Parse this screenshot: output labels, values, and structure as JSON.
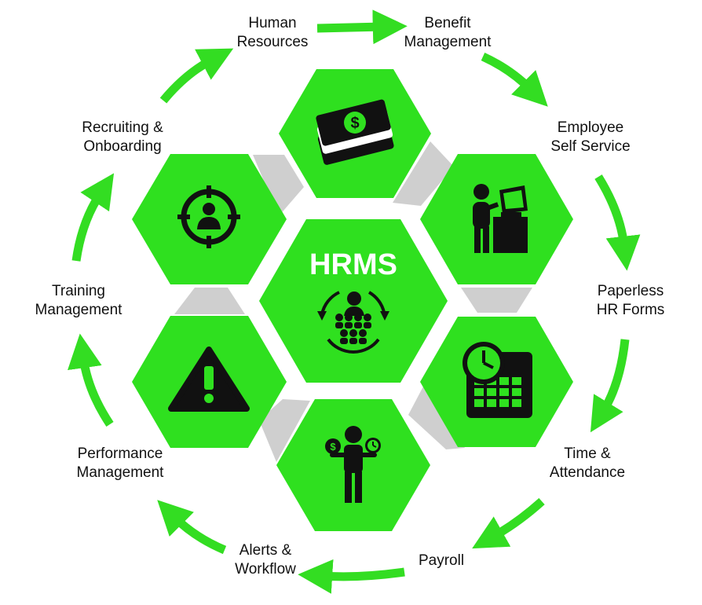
{
  "colors": {
    "green": "#2fe01f",
    "arrow_green": "#33dd22",
    "connector_gray": "#cfcfcf",
    "icon_black": "#111111",
    "white": "#ffffff"
  },
  "center": {
    "title": "HRMS",
    "icon": "team-cycle-icon"
  },
  "modules": [
    {
      "id": "benefit",
      "icon": "money-stack-icon"
    },
    {
      "id": "self-service",
      "icon": "person-at-kiosk-icon"
    },
    {
      "id": "time",
      "icon": "clock-calendar-icon"
    },
    {
      "id": "payroll",
      "icon": "balance-person-icon"
    },
    {
      "id": "performance",
      "icon": "warning-triangle-icon"
    },
    {
      "id": "recruiting",
      "icon": "target-person-icon"
    }
  ],
  "labels": {
    "human_resources": [
      "Human",
      "Resources"
    ],
    "benefit_management": [
      "Benefit",
      "Management"
    ],
    "employee_self_service": [
      "Employee",
      "Self Service"
    ],
    "paperless_hr_forms": [
      "Paperless",
      "HR Forms"
    ],
    "time_attendance": [
      "Time &",
      "Attendance"
    ],
    "payroll": [
      "Payroll"
    ],
    "alerts_workflow": [
      "Alerts &",
      "Workflow"
    ],
    "performance_management": [
      "Performance",
      "Management"
    ],
    "training_management": [
      "Training",
      "Management"
    ],
    "recruiting_onboarding": [
      "Recruiting &",
      "Onboarding"
    ]
  }
}
